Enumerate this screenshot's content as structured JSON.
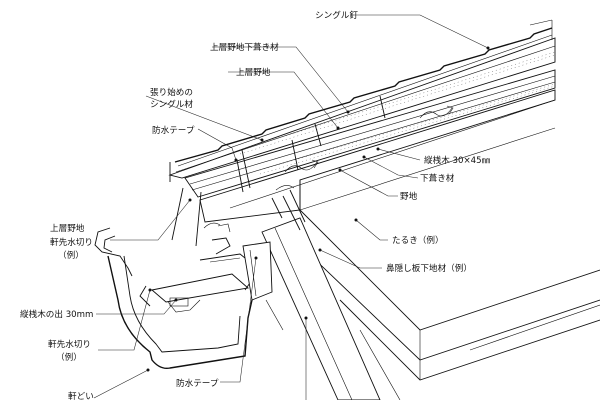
{
  "labels": {
    "shingle_nail": "シングル釘",
    "upper_underlay": "上層野地下葺き材",
    "upper_deck": "上層野地",
    "starter_1": "張り始めの",
    "starter_2": "シングル材",
    "waterproof_tape_top": "防水テープ",
    "upper_drip_1": "上層野地",
    "upper_drip_2": "軒先水切り",
    "upper_drip_3": "（例）",
    "batten": "縦桟木 30×45㎜",
    "underlay": "下葺き材",
    "deck": "野地",
    "rafter": "たるき（例）",
    "fascia_base": "鼻隠し板下地材（例）",
    "batten_projection": "縦桟木の出 30mm",
    "eave_drip_1": "軒先水切り",
    "eave_drip_2": "（例）",
    "waterproof_tape_bottom": "防水テープ",
    "gutter": "軒どい"
  },
  "colors": {
    "line": "#111111",
    "background": "#ffffff"
  }
}
